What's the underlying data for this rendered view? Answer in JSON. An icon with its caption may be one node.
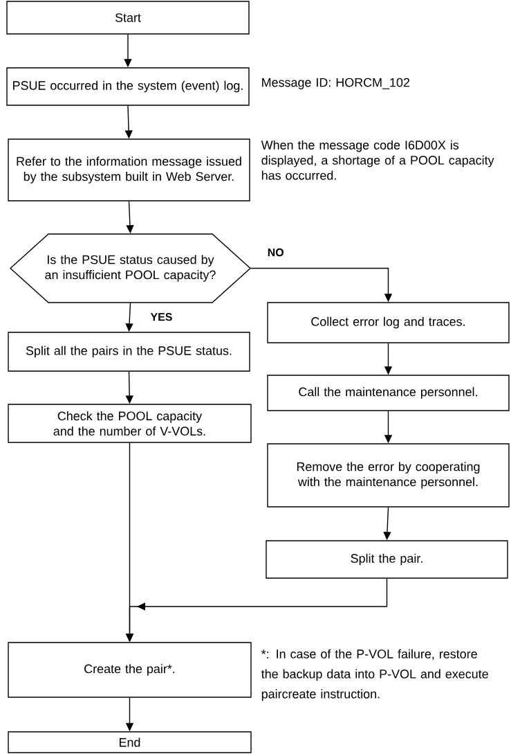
{
  "diagram": {
    "nodes": [
      {
        "text": [
          "Start"
        ]
      },
      {
        "text": [
          "PSUE occurred in the system (event) log."
        ],
        "beside": [
          "Message ID: HORCM_102"
        ]
      },
      {
        "text": [
          "Refer to the information message issued by the subsystem built in Web Server."
        ],
        "beside": [
          "When the message code I6D00X is displayed, a shortage of a POOL capacity has occurred."
        ]
      },
      {
        "text": [
          "Is the PSUE status caused by an insufficient POOL capacity?"
        ]
      },
      {
        "text": [
          "Split all the pairs in the PSUE status."
        ]
      },
      {
        "text": [
          "Check the POOL capacity and the number of V-VOLs."
        ]
      },
      {
        "text": [
          "Collect error log and traces."
        ]
      },
      {
        "text": [
          "Call the maintenance personnel."
        ]
      },
      {
        "text": [
          "Remove the error by cooperating with the maintenance personnel."
        ]
      },
      {
        "text": [
          "Split the pair."
        ]
      },
      {
        "text": [
          "Create the pair*."
        ],
        "beside": [
          "*: In case of the P-VOL failure, restore the backup data into P-VOL and execute paircreate instruction."
        ]
      },
      {
        "text": [
          "End"
        ]
      }
    ],
    "edges": [
      {
        "from": 0,
        "to": 1,
        "arrow": "to"
      },
      {
        "from": 1,
        "to": 2,
        "arrow": "to"
      },
      {
        "from": 2,
        "to": 3,
        "arrow": "to"
      },
      {
        "from": 3,
        "to": 4,
        "arrow": "to",
        "label": "YES"
      },
      {
        "from": 4,
        "to": 5,
        "arrow": "to"
      },
      {
        "from": 3,
        "to": 6,
        "arrow": "to",
        "label": "NO"
      },
      {
        "from": 6,
        "to": 7,
        "arrow": "to"
      },
      {
        "from": 7,
        "to": 8,
        "arrow": "to"
      },
      {
        "from": 8,
        "to": 9,
        "arrow": "to"
      },
      {
        "from": 5,
        "to": 10,
        "arrow": "to"
      },
      {
        "from": 9,
        "to": 10,
        "arrow": "to"
      },
      {
        "from": 10,
        "to": 11,
        "arrow": "to"
      }
    ]
  }
}
